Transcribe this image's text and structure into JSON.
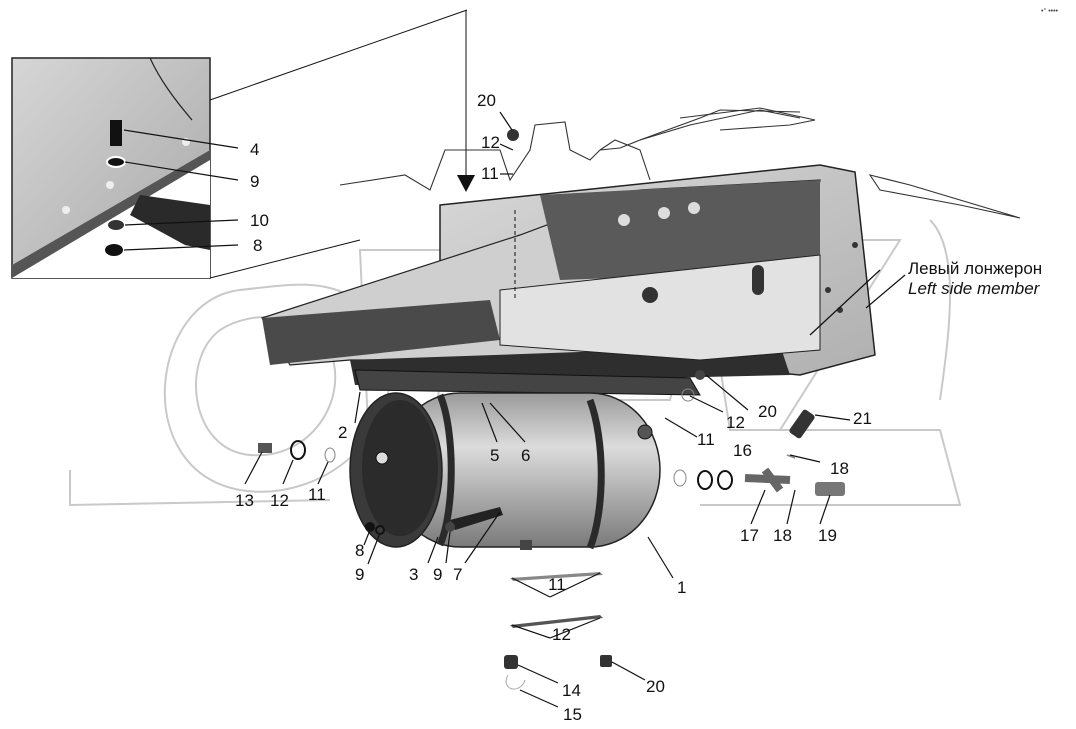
{
  "corner_mark": "•° ••••",
  "side_member_label": {
    "ru": "Левый лонжерон",
    "en": "Left side member"
  },
  "callouts": {
    "c1": "1",
    "c2": "2",
    "c3": "3",
    "c4": "4",
    "c5": "5",
    "c6": "6",
    "c7": "7",
    "c8a": "8",
    "c8b": "8",
    "c9a": "9",
    "c9b": "9",
    "c9c": "9",
    "c10": "10",
    "c11a": "11",
    "c11b": "11",
    "c11c": "11",
    "c11d": "11",
    "c12a": "12",
    "c12b": "12",
    "c12c": "12",
    "c12d": "12",
    "c13": "13",
    "c14": "14",
    "c15": "15",
    "c16": "16",
    "c17": "17",
    "c18a": "18",
    "c18b": "18",
    "c19": "19",
    "c20a": "20",
    "c20b": "20",
    "c20c": "20",
    "c21": "21"
  },
  "colors": {
    "line": "#111111",
    "metal_dark": "#3a3a3a",
    "metal_mid": "#8a8a8a",
    "metal_light": "#c8c8c8",
    "watermark": "#c9c9c9"
  }
}
